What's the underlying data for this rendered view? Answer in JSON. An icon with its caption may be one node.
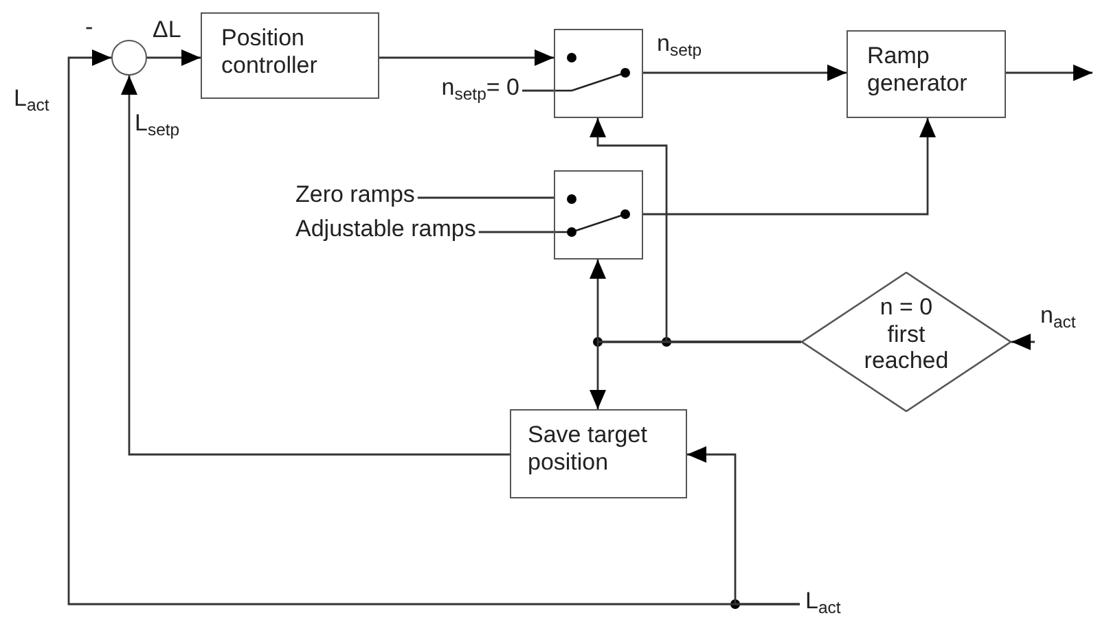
{
  "diagram": {
    "nodes": [
      {
        "text": [],
        "shape": "circle"
      },
      {
        "text": [
          "Position controller"
        ]
      },
      {
        "text": [],
        "shape": "box"
      },
      {
        "text": [
          "n$_{setp}$= 0"
        ]
      },
      {
        "text": [
          "Ramp generator"
        ]
      },
      {
        "text": [
          "Zero ramps"
        ]
      },
      {
        "text": [
          "Adjustable ramps"
        ]
      },
      {
        "text": [],
        "shape": "box"
      },
      {
        "text": [
          "n = 0 first reached"
        ]
      },
      {
        "text": [
          "n$_{act}$"
        ]
      },
      {
        "text": [
          "Save target position"
        ]
      },
      {
        "text": [
          "L$_{act}$"
        ]
      }
    ],
    "edges": [
      {
        "from": 0,
        "to": 1,
        "arrow": "to",
        "label": "ΔL"
      },
      {
        "from": 1,
        "to": 2,
        "arrow": "to"
      },
      {
        "from": 3,
        "to": 2,
        "arrow": "none"
      },
      {
        "from": 2,
        "to": 4,
        "arrow": "to",
        "label": "n$_{setp}$"
      },
      {
        "from": 4,
        "to": null,
        "arrow": "to"
      },
      {
        "from": 5,
        "to": 7,
        "arrow": "none"
      },
      {
        "from": 6,
        "to": 7,
        "arrow": "none"
      },
      {
        "from": 7,
        "to": 4,
        "arrow": "to"
      },
      {
        "from": 9,
        "to": 8,
        "arrow": "to"
      },
      {
        "from": 8,
        "to": 2,
        "arrow": "to"
      },
      {
        "from": 8,
        "to": 7,
        "arrow": "to"
      },
      {
        "from": 8,
        "to": 10,
        "arrow": "to"
      },
      {
        "from": 10,
        "to": 0,
        "arrow": "to",
        "label": "L$_{setp}$"
      },
      {
        "from": 11,
        "to": 0,
        "arrow": "to",
        "label": "L$_{act}$"
      },
      {
        "from": 11,
        "to": 10,
        "arrow": "to"
      }
    ],
    "labels": [
      "-"
    ]
  }
}
